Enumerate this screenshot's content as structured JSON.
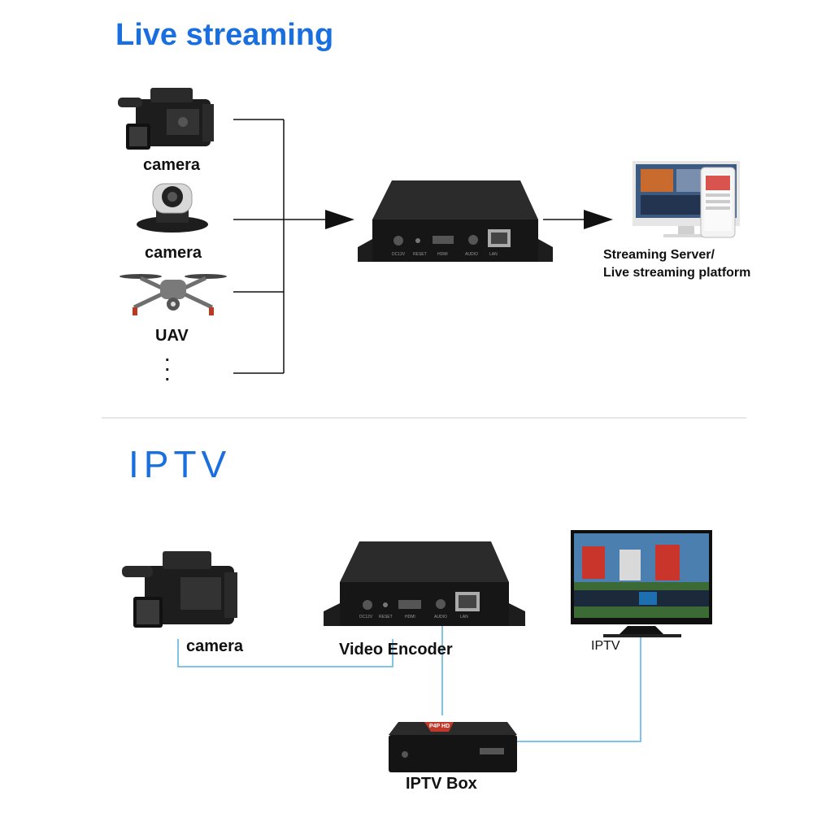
{
  "live_streaming": {
    "title": "Live streaming",
    "sources": [
      {
        "label": "camera",
        "icon": "camcorder-icon"
      },
      {
        "label": "camera",
        "icon": "ptz-camera-icon"
      },
      {
        "label": "UAV",
        "icon": "drone-icon"
      }
    ],
    "more_indicator": ". . .",
    "encoder_ports": [
      "DC12V",
      "RESET",
      "HDMI",
      "AUDIO",
      "LAN"
    ],
    "destination": {
      "line1": "Streaming Server/",
      "line2": "Live streaming platform"
    }
  },
  "iptv": {
    "title": "IPTV",
    "camera_label": "camera",
    "encoder_label": "Video Encoder",
    "encoder_ports": [
      "DC12V",
      "RESET",
      "HDMI",
      "AUDIO",
      "LAN"
    ],
    "tv_label": "IPTV",
    "box_label": "IPTV Box",
    "box_brand": "P4P HD"
  },
  "colors": {
    "title_blue": "#1a6fe0",
    "cable_blue": "#7ec3e8",
    "line_black": "#111111",
    "device_black": "#1c1c1c"
  }
}
